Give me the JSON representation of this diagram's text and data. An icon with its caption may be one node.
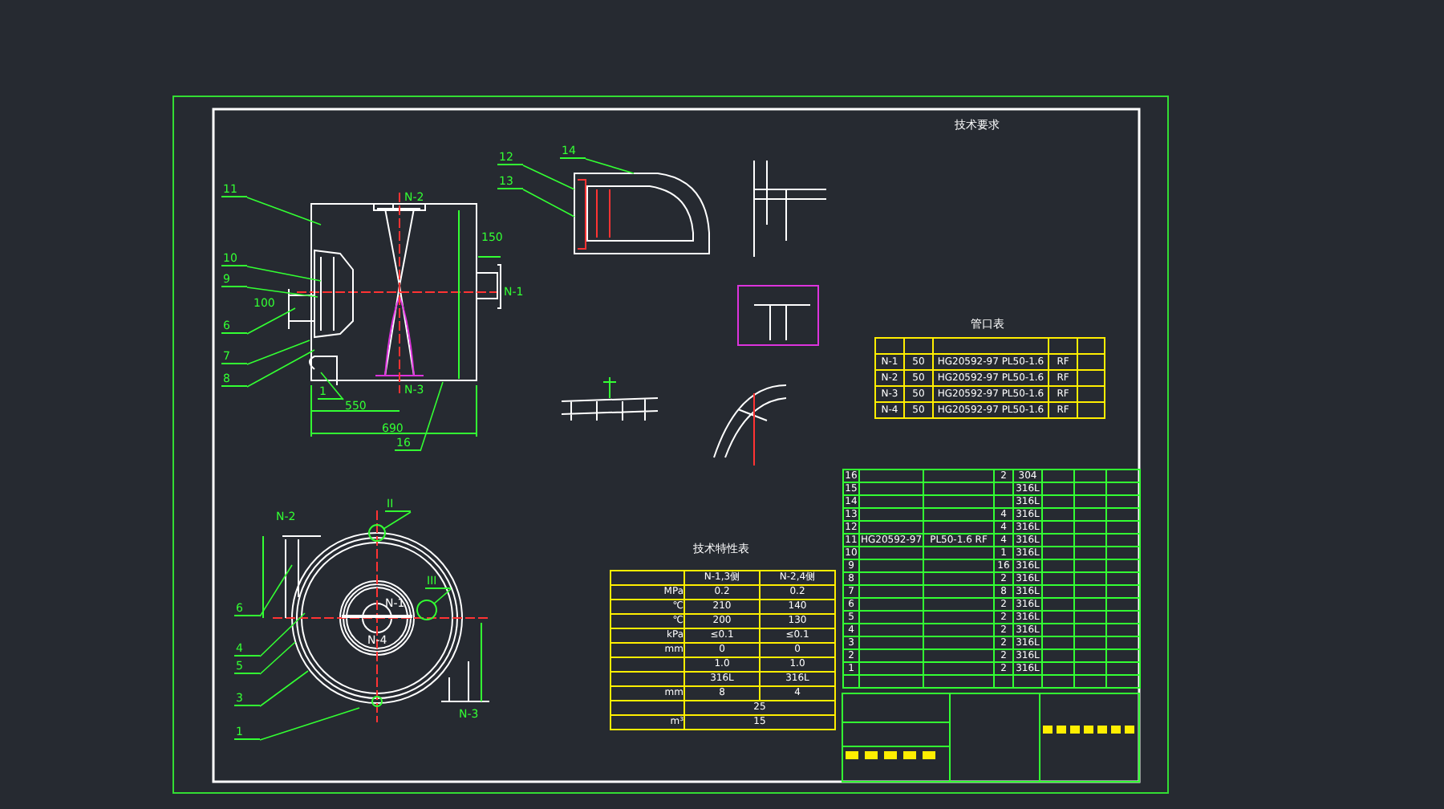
{
  "diagram": {
    "nodes": [
      {
        "text": [
          "11"
        ]
      },
      {
        "text": [
          "10"
        ]
      },
      {
        "text": [
          "9"
        ]
      },
      {
        "text": [
          "6"
        ]
      },
      {
        "text": [
          "7"
        ]
      },
      {
        "text": [
          "8"
        ]
      },
      {
        "text": [
          "1"
        ]
      },
      {
        "text": [
          "16"
        ]
      },
      {
        "text": [
          "12"
        ]
      },
      {
        "text": [
          "13"
        ]
      },
      {
        "text": [
          "14"
        ]
      },
      {
        "text": [
          "II"
        ]
      },
      {
        "text": [
          "III"
        ]
      },
      {
        "text": [
          "6"
        ]
      },
      {
        "text": [
          "4"
        ]
      },
      {
        "text": [
          "5"
        ]
      },
      {
        "text": [
          "3"
        ]
      },
      {
        "text": [
          "1"
        ]
      },
      {
        "text": [],
        "shape": "picture"
      },
      {
        "text": [],
        "shape": "circle"
      },
      {
        "text": [],
        "shape": "circle"
      }
    ],
    "edges": [
      {
        "from": 0,
        "to": null,
        "arrow": "none"
      },
      {
        "from": 1,
        "to": null,
        "arrow": "none"
      },
      {
        "from": 2,
        "to": null,
        "arrow": "none"
      },
      {
        "from": 3,
        "to": null,
        "arrow": "none"
      },
      {
        "from": 4,
        "to": null,
        "arrow": "none"
      },
      {
        "from": 5,
        "to": null,
        "arrow": "none"
      },
      {
        "from": 6,
        "to": null,
        "arrow": "none"
      },
      {
        "from": 7,
        "to": null,
        "arrow": "none"
      },
      {
        "from": 8,
        "to": 18,
        "arrow": "none"
      },
      {
        "from": 9,
        "to": 18,
        "arrow": "none"
      },
      {
        "from": 10,
        "to": 18,
        "arrow": "none"
      },
      {
        "from": 11,
        "to": 19,
        "arrow": "none"
      },
      {
        "from": 12,
        "to": 20,
        "arrow": "none"
      },
      {
        "from": 13,
        "to": null,
        "arrow": "none"
      },
      {
        "from": 14,
        "to": null,
        "arrow": "none"
      },
      {
        "from": 15,
        "to": null,
        "arrow": "none"
      },
      {
        "from": 16,
        "to": null,
        "arrow": "none"
      },
      {
        "from": 17,
        "to": null,
        "arrow": "none"
      }
    ],
    "labels": [
      "技术要求",
      "N-2",
      "N-1",
      "N-3",
      "550",
      "690",
      "150",
      "100",
      "管口表",
      "N-1",
      "50",
      "HG20592-97 PL50-1.6",
      "RF",
      "N-2",
      "50",
      "HG20592-97 PL50-1.6",
      "RF",
      "N-3",
      "50",
      "HG20592-97 PL50-1.6",
      "RF",
      "N-4",
      "50",
      "HG20592-97 PL50-1.6",
      "RF",
      "技术特性表",
      "N-1,3侧",
      "N-2,4侧",
      "MPa",
      "0.2",
      "0.2",
      "℃",
      "210",
      "140",
      "℃",
      "200",
      "130",
      "kPa",
      "≤0.1",
      "≤0.1",
      "mm",
      "0",
      "0",
      "1.0",
      "1.0",
      "316L",
      "316L",
      "mm",
      "8",
      "4",
      "25",
      "m³",
      "15",
      "16",
      "2",
      "304",
      "15",
      "316L",
      "14",
      "316L",
      "13",
      "4",
      "316L",
      "12",
      "4",
      "316L",
      "11",
      "HG20592-97",
      "PL50-1.6 RF",
      "4",
      "316L",
      "10",
      "1",
      "316L",
      "9",
      "16",
      "316L",
      "8",
      "2",
      "316L",
      "7",
      "8",
      "316L",
      "6",
      "2",
      "316L",
      "5",
      "2",
      "316L",
      "4",
      "2",
      "316L",
      "3",
      "2",
      "316L",
      "2",
      "2",
      "316L",
      "1",
      "2",
      "316L",
      "N-2",
      "N-1",
      "N-4",
      "N-3"
    ]
  }
}
